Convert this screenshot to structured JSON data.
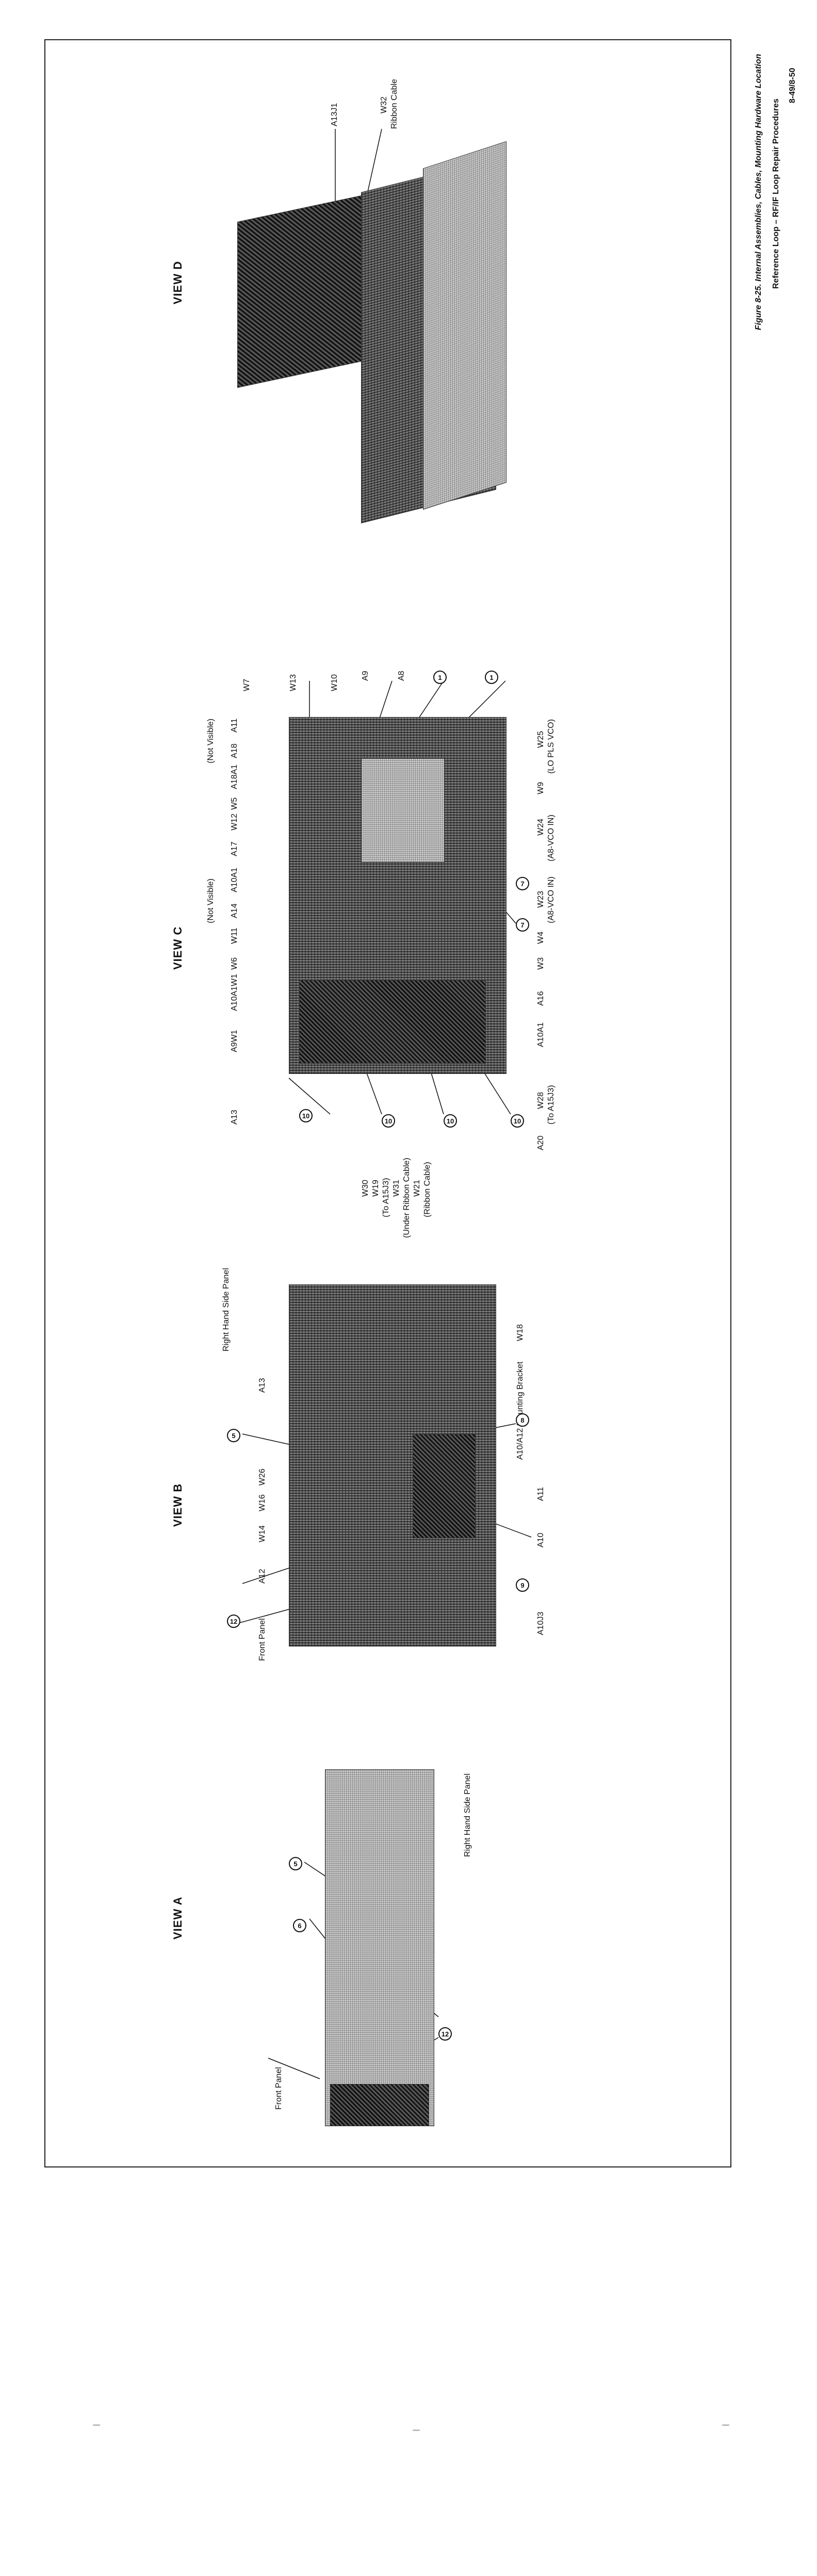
{
  "header": {
    "figure_caption": "Figure 8-25. Internal Assemblies, Cables, Mounting Hardware Location",
    "running_head": "Reference Loop – RF/IF Loop Repair Procedures",
    "page_number": "8-49/8-50"
  },
  "views": {
    "view_a": {
      "title": "VIEW A",
      "labels": {
        "front_panel": "Front Panel",
        "right_hand_side_panel": "Right Hand Side Panel"
      },
      "callouts": [
        "6",
        "5",
        "12"
      ]
    },
    "view_b": {
      "title": "VIEW B",
      "labels": {
        "front_panel": "Front Panel",
        "a12": "A12",
        "w14": "W14",
        "w16": "W16",
        "w26": "W26",
        "a13": "A13",
        "right_hand_side_panel": "Right Hand Side Panel",
        "w18": "W18",
        "a10a12_bracket": "A10/A12 Mounting Bracket",
        "a11": "A11",
        "a10": "A10",
        "a10j3": "A10J3"
      },
      "callouts": [
        "12",
        "5",
        "8",
        "9"
      ]
    },
    "view_c": {
      "title": "VIEW C",
      "labels": {
        "a13": "A13",
        "a9w1": "A9W1",
        "a10a1w1": "A10A1W1",
        "w6": "W6",
        "w11": "W11",
        "a14": "A14",
        "not_visible_1": "(Not Visible)",
        "a10a1": "A10A1",
        "a17": "A17",
        "w12": "W12",
        "w5": "W5",
        "a18a1": "A18A1",
        "a18": "A18",
        "not_visible_2": "(Not Visible)",
        "a11": "A11",
        "w7": "W7",
        "w13": "W13",
        "w10": "W10",
        "a9": "A9",
        "a8": "A8",
        "w30": "W30",
        "w19": "W19",
        "w19_note": "(To A15J3)",
        "w21": "W21",
        "w21_note": "(Ribbon Cable)",
        "w31": "W31",
        "w31_note": "(Under Ribbon Cable)",
        "a20": "A20",
        "w28": "W28",
        "w28_note": "(To A15J3)",
        "a10a1_b": "A10A1",
        "a16": "A16",
        "w3": "W3",
        "w4": "W4",
        "w23": "W23",
        "w23_note": "(A8-VCO IN)",
        "w24": "W24",
        "w24_note": "(A8-VCO IN)",
        "w9": "W9",
        "w25": "W25",
        "w25_note": "(LO PLS VCO)"
      },
      "callouts": [
        "10",
        "10",
        "10",
        "10",
        "7",
        "7",
        "1",
        "1"
      ]
    },
    "view_d": {
      "title": "VIEW D",
      "labels": {
        "a13j1": "A13J1",
        "w32": "W32",
        "w32_note": "Ribbon Cable"
      }
    }
  },
  "colors": {
    "ink": "#111111",
    "photo_mid": "#7a7a7a",
    "frame": "#222222"
  }
}
